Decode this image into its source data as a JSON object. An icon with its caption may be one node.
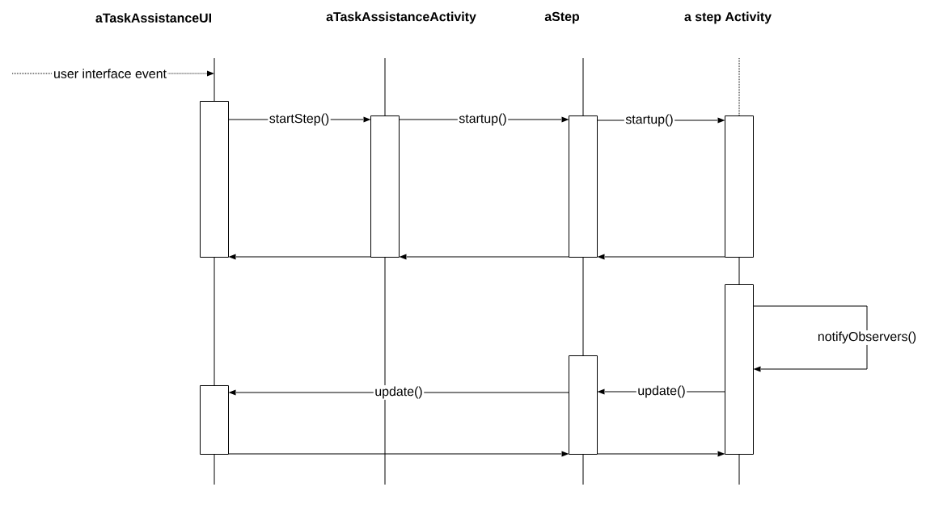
{
  "diagram": {
    "nodes": [
      {
        "text": [
          "aTaskAssistanceUI"
        ]
      },
      {
        "text": [
          "aTaskAssistanceActivity"
        ]
      },
      {
        "text": [
          "aStep"
        ]
      },
      {
        "text": [
          "a step Activity"
        ]
      },
      {
        "text": [],
        "shape": "bar"
      },
      {
        "text": [],
        "shape": "bar"
      },
      {
        "text": [],
        "shape": "bar"
      },
      {
        "text": [],
        "shape": "bar"
      },
      {
        "text": [],
        "shape": "bar"
      },
      {
        "text": [],
        "shape": "bar"
      },
      {
        "text": [],
        "shape": "bar"
      }
    ],
    "edges": [
      {
        "from": 4,
        "to": 5,
        "arrow": "to",
        "label": "startStep()"
      },
      {
        "from": 5,
        "to": 6,
        "arrow": "to",
        "label": "startup()"
      },
      {
        "from": 6,
        "to": 7,
        "arrow": "to",
        "label": "startup()"
      },
      {
        "from": 7,
        "to": 6,
        "arrow": "to"
      },
      {
        "from": 6,
        "to": 5,
        "arrow": "to"
      },
      {
        "from": 5,
        "to": 4,
        "arrow": "to"
      },
      {
        "from": 8,
        "to": 8,
        "arrow": "to",
        "label": "notifyObservers()"
      },
      {
        "from": 8,
        "to": 9,
        "arrow": "to",
        "label": "update()"
      },
      {
        "from": 9,
        "to": 10,
        "arrow": "to",
        "label": "update()"
      },
      {
        "from": 10,
        "to": 9,
        "arrow": "to"
      },
      {
        "from": 9,
        "to": 8,
        "arrow": "to"
      }
    ],
    "labels": [
      "user interface event"
    ]
  }
}
